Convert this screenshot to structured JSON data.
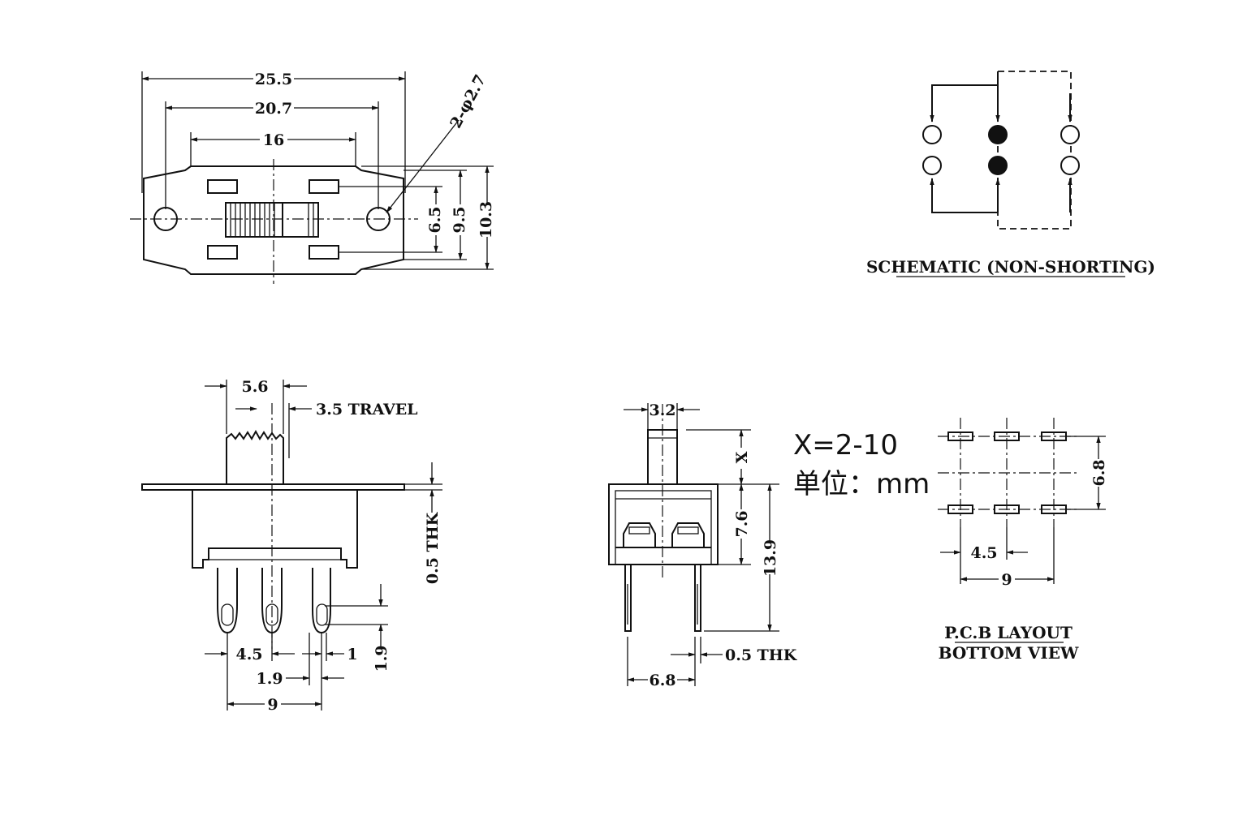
{
  "top_view": {
    "dim_overall_width": "25.5",
    "dim_mount_hole_spacing": "20.7",
    "dim_body_width": "16",
    "dim_hole_diameter": "2-φ2.7",
    "dim_terminal_height": "6.5",
    "dim_body_height": "9.5",
    "dim_overall_height": "10.3"
  },
  "schematic": {
    "title": "SCHEMATIC (NON-SHORTING)"
  },
  "side_view": {
    "dim_knob_width": "5.6",
    "dim_travel": "3.5 TRAVEL",
    "dim_plate_thickness": "0.5 THK",
    "dim_pin_pitch": "4.5",
    "dim_pin_width": "1",
    "dim_pin_offset": "1.9",
    "dim_pin_hole": "1.9",
    "dim_pin_span": "9"
  },
  "end_view": {
    "dim_knob_width": "3.2",
    "dim_knob_height": "X",
    "dim_body_height": "7.6",
    "dim_total_height": "13.9",
    "dim_pin_thickness": "0.5 THK",
    "dim_pin_span": "6.8"
  },
  "notes": {
    "x_range": "X=2-10",
    "units": "单位：mm"
  },
  "pcb_layout": {
    "dim_row_spacing": "6.8",
    "dim_pad_pitch": "4.5",
    "dim_pad_span": "9",
    "title_line1": "P.C.B LAYOUT",
    "title_line2": "BOTTOM VIEW"
  }
}
